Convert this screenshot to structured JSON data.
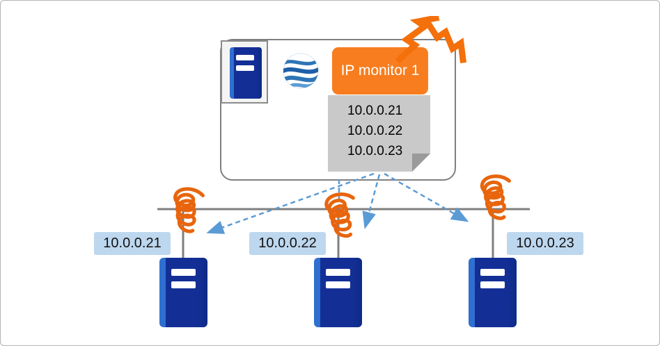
{
  "diagram": {
    "badge_label": "IP monitor 1",
    "note_ips": [
      "10.0.0.21",
      "10.0.0.22",
      "10.0.0.23"
    ],
    "servers": [
      {
        "label": "10.0.0.21"
      },
      {
        "label": "10.0.0.22"
      },
      {
        "label": "10.0.0.23"
      }
    ],
    "colors": {
      "accent_orange": "#f4700b",
      "badge_orange": "#f87d1e",
      "server_blue": "#132f96",
      "server_blue_light": "#2f6fd0",
      "label_background": "#bdd7ee",
      "note_background": "#c9c9c9",
      "note_fold": "#9a9a9a",
      "arrow_blue": "#5b9bd5",
      "line_gray": "#7f7f7f"
    },
    "icons": {
      "logo": "globe-swirl-logo",
      "burst": "alert-burst-icon",
      "squiggle": "interference-squiggle-icon",
      "server": "server-tower-icon"
    }
  }
}
